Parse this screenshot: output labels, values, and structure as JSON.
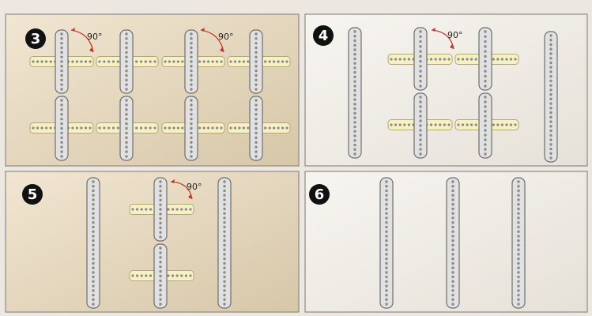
{
  "colors": {
    "page_background": "#ece8e1",
    "panel_fill_warm": "#e6d9c1",
    "panel_fill_cool": "#efece6",
    "panel_border": "#8f8a82",
    "strip_fill": "#e1e1e2",
    "strip_stroke": "#6e6e70",
    "block_fill": "#f6f0c4",
    "block_stroke": "#b4a875",
    "hole": "#8a8a8a",
    "angle_arrow": "#c0392b",
    "badge": "#111111"
  },
  "panels": [
    {
      "step": "3",
      "angle_labels": [
        "90°",
        "90°"
      ]
    },
    {
      "step": "4",
      "angle_labels": [
        "90°"
      ]
    },
    {
      "step": "5",
      "angle_labels": [
        "90°"
      ]
    },
    {
      "step": "6",
      "angle_labels": []
    }
  ]
}
